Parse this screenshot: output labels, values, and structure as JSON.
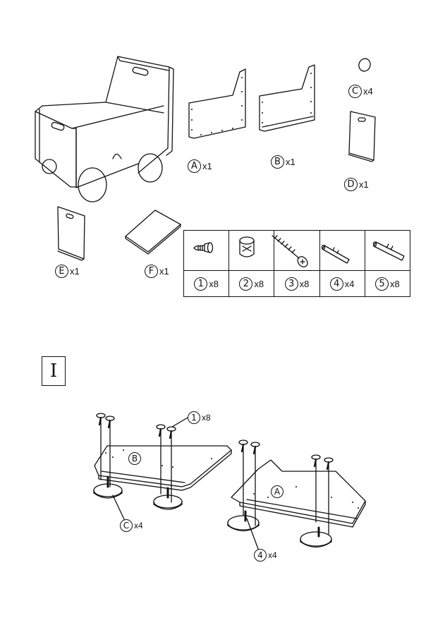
{
  "parts": {
    "A": {
      "letter": "A",
      "qty": "x1"
    },
    "B": {
      "letter": "B",
      "qty": "x1"
    },
    "C": {
      "letter": "C",
      "qty": "x4"
    },
    "D": {
      "letter": "D",
      "qty": "x1"
    },
    "E": {
      "letter": "E",
      "qty": "x1"
    },
    "F": {
      "letter": "F",
      "qty": "x1"
    }
  },
  "hardware": [
    {
      "num": "1",
      "qty": "x8",
      "icon": "screw-icon"
    },
    {
      "num": "2",
      "qty": "x8",
      "icon": "cam-nut-icon"
    },
    {
      "num": "3",
      "qty": "x8",
      "icon": "wood-screw-icon"
    },
    {
      "num": "4",
      "qty": "x4",
      "icon": "dowel-icon"
    },
    {
      "num": "5",
      "qty": "x8",
      "icon": "dowel-icon"
    }
  ],
  "step": {
    "number": "I"
  },
  "step_labels": {
    "screw_num": "1",
    "screw_qty": "x8",
    "panel_b": "B",
    "panel_a": "A",
    "wheel_letter": "C",
    "wheel_qty": "x4",
    "dowel_num": "4",
    "dowel_qty": "x4"
  }
}
